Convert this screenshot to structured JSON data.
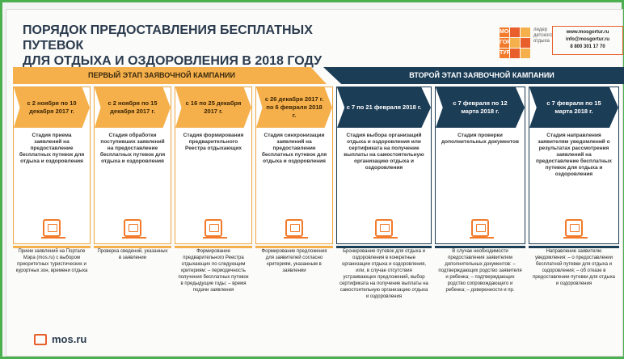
{
  "title_line1": "ПОРЯДОК ПРЕДОСТАВЛЕНИЯ БЕСПЛАТНЫХ ПУТЕВОК",
  "title_line2": "ДЛЯ ОТДЫХА И ОЗДОРОВЛЕНИЯ В 2018 ГОДУ",
  "logo": {
    "letters": [
      "МОС",
      "ГОР",
      "ТУР"
    ],
    "text": "лидер детского отдыха"
  },
  "contacts": {
    "site": "www.mosgortur.ru",
    "email": "info@mosgortur.ru",
    "phone": "8 800 301 17 70"
  },
  "phase1": "ПЕРВЫЙ ЭТАП ЗАЯВОЧНОЙ КАМПАНИИ",
  "phase2": "ВТОРОЙ ЭТАП ЗАЯВОЧНОЙ КАМПАНИИ",
  "columns": [
    {
      "date": "с 2 ноября по 10 декабря 2017 г.",
      "stage": "Стадия приема заявлений на предоставление бесплатных путевок для отдыха и оздоровления",
      "icon": "document-icon",
      "detail": "Прием заявлений на Портале Мэра (mos.ru) с выбором приоритетных туристических и курортных зон, времени отдыха"
    },
    {
      "date": "с 2 ноября по 15 декабря 2017 г.",
      "stage": "Стадия обработки поступивших заявлений на предоставление бесплатных путевок для отдыха и оздоровления",
      "icon": "checklist-icon",
      "detail": "Проверка сведений, указанных в заявлении"
    },
    {
      "date": "с 16 по 25 декабря 2017 г.",
      "stage": "Стадия формирования предварительного Реестра отдыхающих",
      "icon": "people-icon",
      "detail": "Формирование предварительного Реестра отдыхающих по следующим критериям: – периодичность получения бесплатных путевок в предыдущие годы; – время подачи заявления"
    },
    {
      "date": "с 26 декабря 2017 г. по 6 февраля 2018 г.",
      "stage": "Стадия синхронизации заявлений на предоставление бесплатных путевок для отдыха и оздоровления",
      "icon": "maze-icon",
      "detail": "Формирование предложения для заявителей согласно критериям, указанным в заявлении"
    },
    {
      "date": "с 7 по 21 февраля 2018 г.",
      "stage": "Стадия выбора организаций отдыха и оздоровления или сертификата на получение выплаты на самостоятельную организацию отдыха и оздоровления",
      "icon": "beach-umbrella-icon",
      "detail": "Бронирование путевок для отдыха и оздоровления в конкретные организации отдыха и оздоровления, или, в случае отсутствия устраивающих предложений, выбор сертификата на получение выплаты на самостоятельную организацию отдыха и оздоровления"
    },
    {
      "date": "с 7 февраля по 12 марта 2018 г.",
      "stage": "Стадия проверки дополнительных документов",
      "icon": "document-check-icon",
      "detail": "В случае необходимости предоставления заявителем дополнительных документов: – подтверждающих родство заявителя и ребенка; – подтверждающих родство сопровождающего и ребенка; – доверенности и пр."
    },
    {
      "date": "с 7 февраля по 15 марта 2018 г.",
      "stage": "Стадия направления заявителям уведомлений о результатах рассмотрения заявлений на предоставление бесплатных путевок для отдыха и оздоровления",
      "icon": "notification-icon",
      "detail": "Направление заявителю уведомления: – о предоставлении бесплатной путевки для отдыха и оздоровления; – об отказе в предоставлении путевки для отдыха и оздоровления"
    }
  ],
  "footer_brand": "mos.ru"
}
